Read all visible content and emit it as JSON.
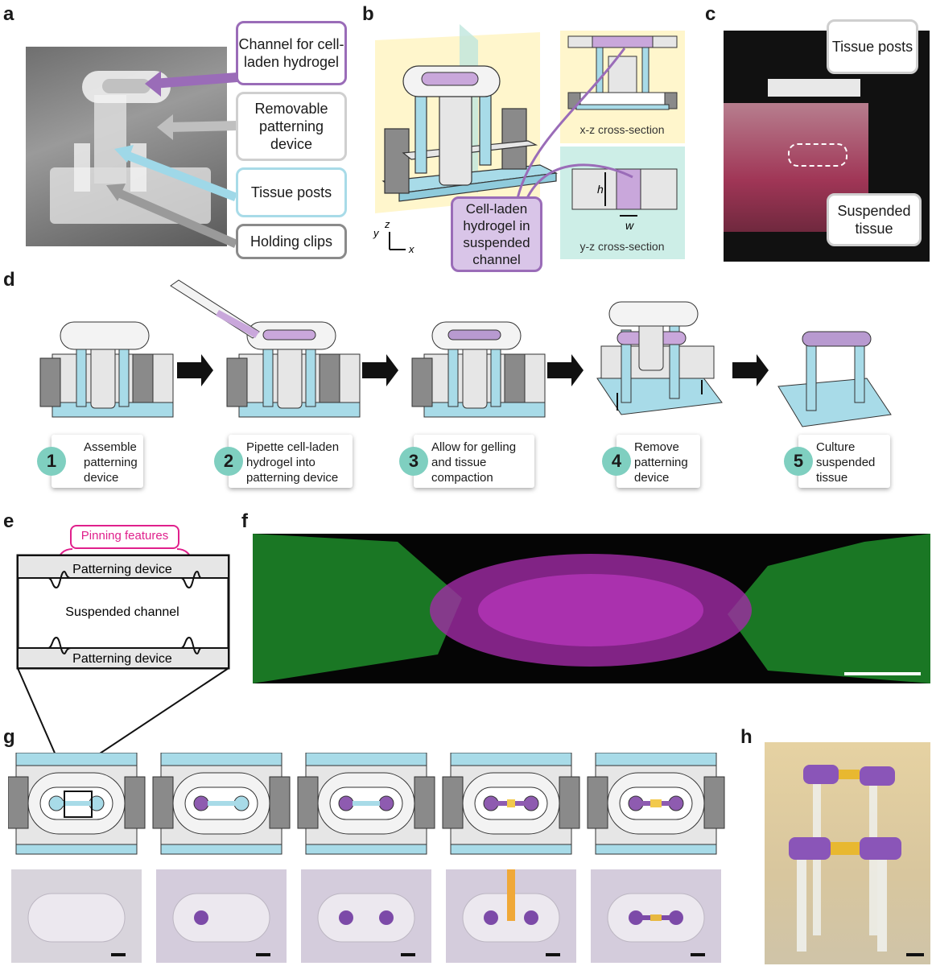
{
  "panels": {
    "a": {
      "label": "a",
      "callouts": [
        "Channel for cell-laden hydrogel",
        "Removable patterning device",
        "Tissue posts",
        "Holding clips"
      ]
    },
    "b": {
      "label": "b",
      "xz": "x-z cross-section",
      "yz": "y-z cross-section",
      "callout": "Cell-laden hydrogel in suspended channel",
      "axes": {
        "x": "x",
        "y": "y",
        "z": "z",
        "h": "h",
        "w": "w"
      }
    },
    "c": {
      "label": "c",
      "callouts": [
        "Tissue posts",
        "Suspended tissue"
      ]
    },
    "d": {
      "label": "d",
      "steps": [
        {
          "num": "1",
          "text": "Assemble patterning device"
        },
        {
          "num": "2",
          "text": "Pipette cell-laden hydrogel into patterning device"
        },
        {
          "num": "3",
          "text": "Allow for gelling and tissue compaction"
        },
        {
          "num": "4",
          "text": "Remove patterning device"
        },
        {
          "num": "5",
          "text": "Culture suspended tissue"
        }
      ]
    },
    "e": {
      "label": "e",
      "pinning": "Pinning features",
      "top": "Patterning device",
      "middle": "Suspended channel",
      "bottom": "Patterning device"
    },
    "f": {
      "label": "f"
    },
    "g": {
      "label": "g"
    },
    "h": {
      "label": "h"
    }
  },
  "colors": {
    "teal": "#7fcfc0",
    "purple": "#9a6cb8",
    "lightblue": "#a8dbe8",
    "gray": "#cfcfcf",
    "magenta": "#e0208c",
    "yellow": "#f2c94c"
  }
}
